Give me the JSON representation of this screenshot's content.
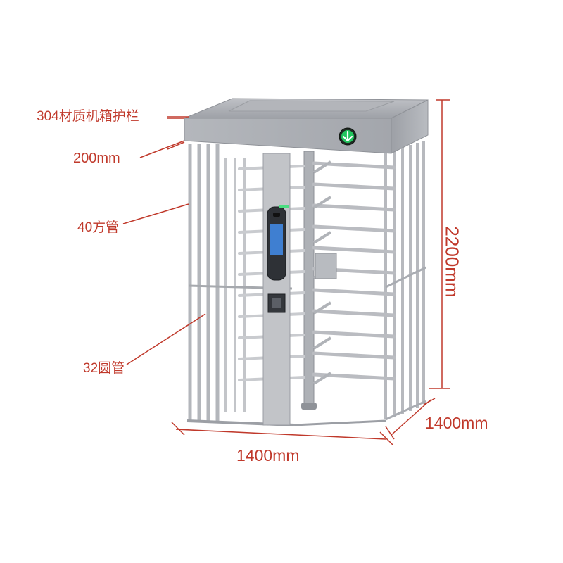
{
  "labels": {
    "cabinet": "304材质机箱护栏",
    "cabinet_height": "200mm",
    "square_tube": "40方管",
    "round_tube": "32圆管",
    "height": "2200mm",
    "depth": "1400mm",
    "width": "1400mm"
  },
  "colors": {
    "annotation": "#c0392b",
    "steel": "#a9acb2",
    "steel_dark": "#8a8d93",
    "indicator": "#22c55e"
  },
  "icons": {
    "indicator": "green-arrow-down-icon"
  }
}
